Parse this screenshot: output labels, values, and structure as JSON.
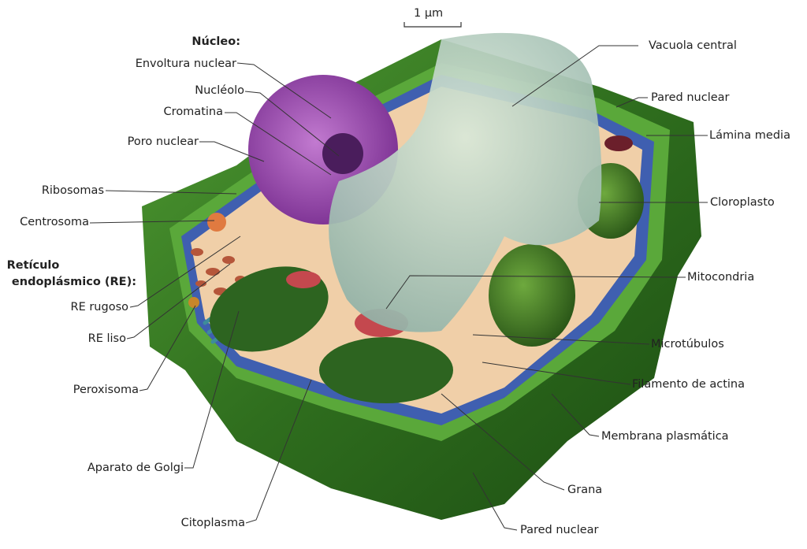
{
  "scale_bar": "1 µm",
  "labels_left": {
    "nucleo_heading": "Núcleo:",
    "envoltura": "Envoltura nuclear",
    "nucleolo": "Nucléolo",
    "cromatina": "Cromatina",
    "poro": "Poro nuclear",
    "ribosomas": "Ribosomas",
    "centrosoma": "Centrosoma",
    "re_heading_1": "Retículo",
    "re_heading_2": "endoplásmico (RE):",
    "re_rugoso": "RE rugoso",
    "re_liso": "RE liso",
    "peroxisoma": "Peroxisoma",
    "golgi": "Aparato de Golgi",
    "citoplasma": "Citoplasma"
  },
  "labels_right": {
    "vacuola": "Vacuola central",
    "pared1": "Pared nuclear",
    "lamina": "Lámina media",
    "cloroplasto": "Cloroplasto",
    "mitocondria": "Mitocondria",
    "microtubulos": "Microtúbulos",
    "actina": "Filamento de actina",
    "membrana": "Membrana plasmática",
    "grana": "Grana",
    "pared2": "Pared nuclear"
  }
}
